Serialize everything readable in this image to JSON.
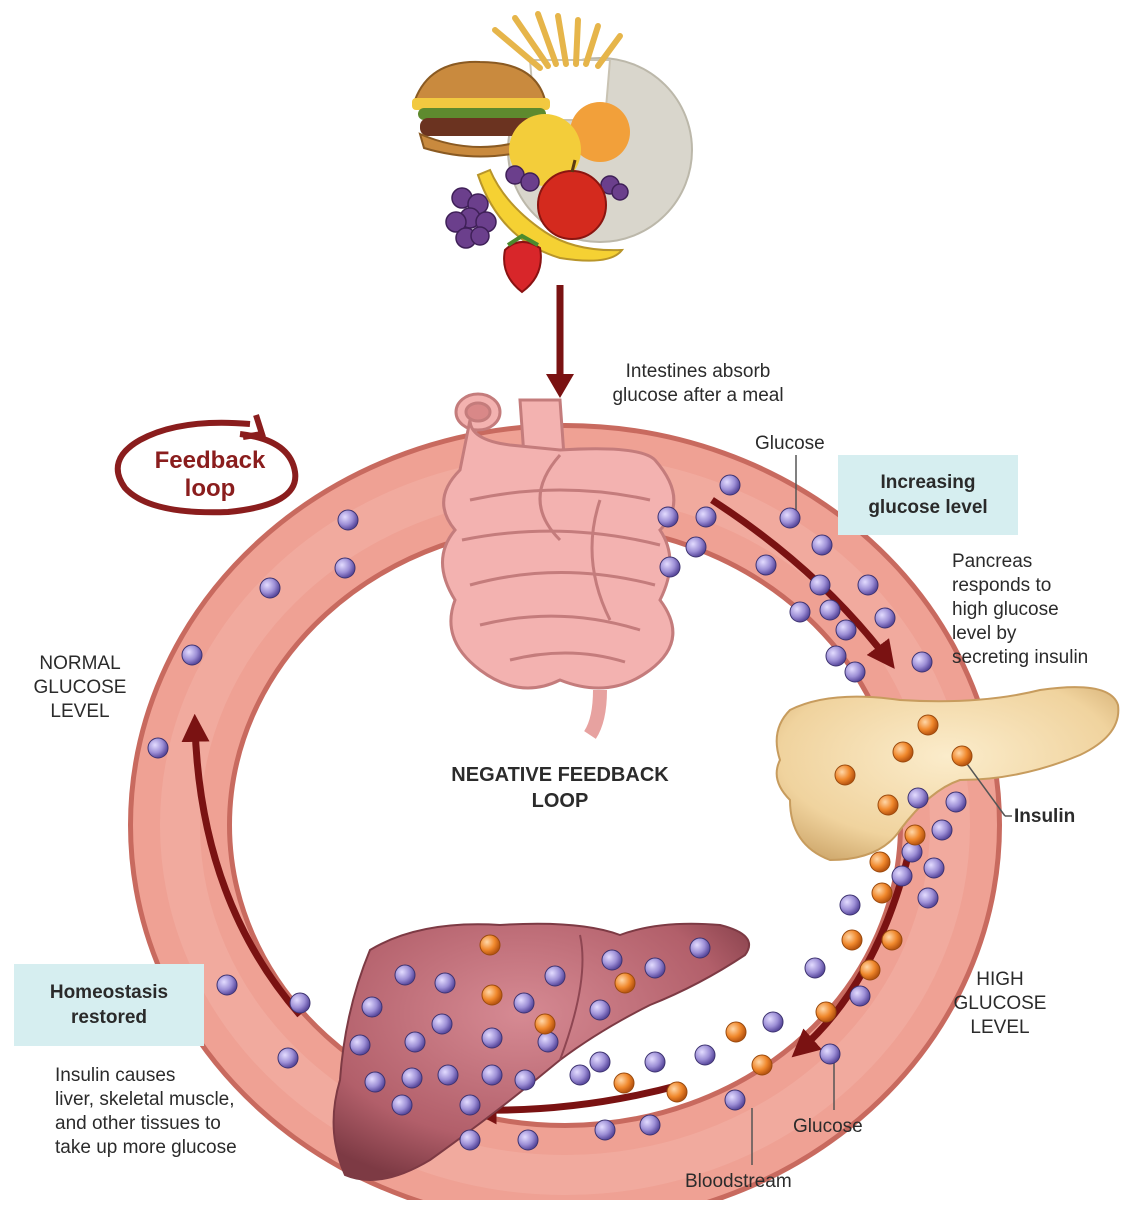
{
  "labels": {
    "intestines_absorb": "Intestines absorb\nglucose after a meal",
    "glucose_top": "Glucose",
    "increasing_glucose": "Increasing\nglucose level",
    "pancreas_responds": "Pancreas\nresponds to\nhigh glucose\nlevel by\nsecreting insulin",
    "normal_glucose": "NORMAL\nGLUCOSE\nLEVEL",
    "negative_feedback": "NEGATIVE FEEDBACK\nLOOP",
    "insulin": "Insulin",
    "high_glucose": "HIGH\nGLUCOSE\nLEVEL",
    "homeostasis_restored": "Homeostasis\nrestored",
    "insulin_causes": "Insulin causes\nliver, skeletal muscle,\nand other tissues to\ntake up more glucose",
    "glucose_bottom": "Glucose",
    "bloodstream": "Bloodstream",
    "feedback_loop": "Feedback\nloop"
  },
  "colors": {
    "vessel": "#e8968a",
    "vessel_dark": "#c96a5f",
    "arrow": "#7a1212",
    "glucose_dot": "#9d8fd6",
    "insulin_dot": "#f0882c",
    "pancreas": "#f2d9a8",
    "liver": "#b8646e",
    "intestine": "#f3b2b0",
    "label_box": "#d6eef0"
  },
  "icons": [
    "hamburger-icon",
    "fries-icon",
    "grapes-icon",
    "banana-icon",
    "apple-icon",
    "strawberry-icon",
    "orange-icon",
    "intestine-illustration",
    "pancreas-illustration",
    "liver-illustration"
  ]
}
